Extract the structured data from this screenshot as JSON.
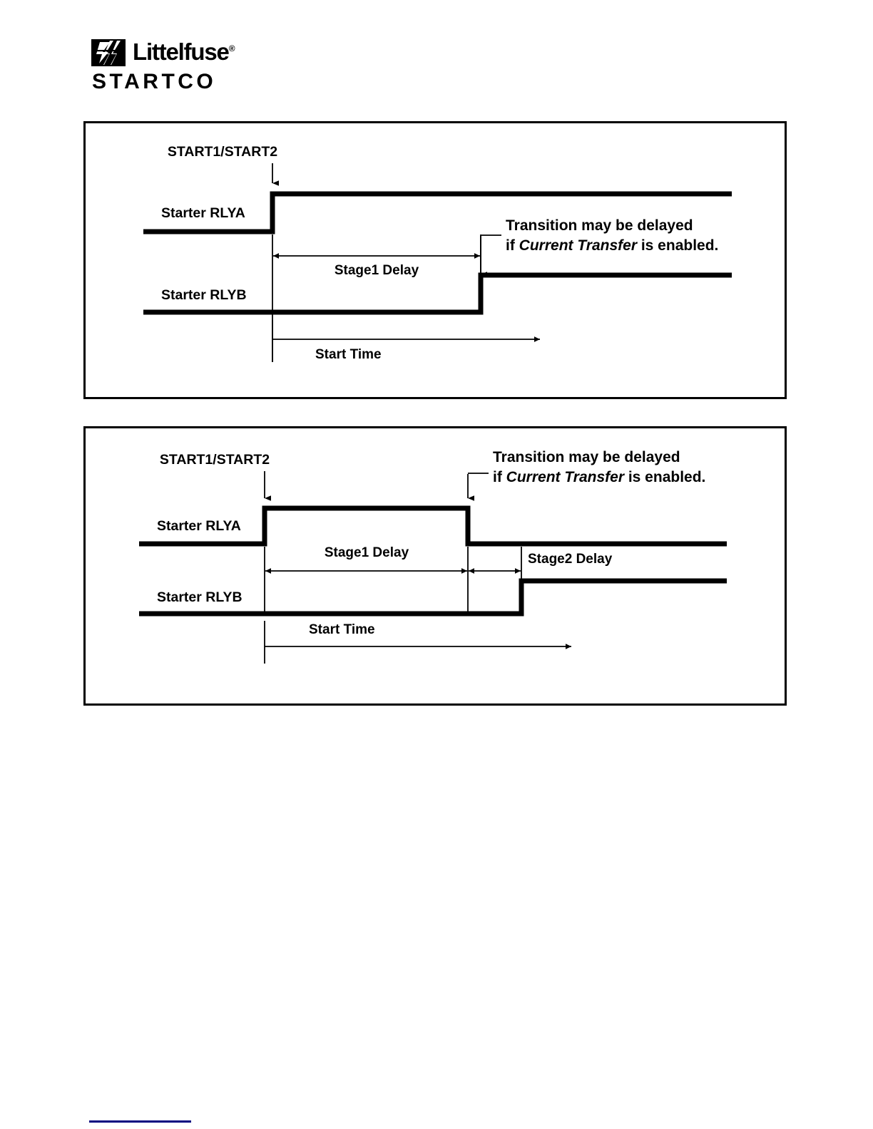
{
  "brand": {
    "wordmark": "Littelfuse",
    "registered": "®",
    "sub_wordmark": "STARTCO",
    "logo_mark_name": "littelfuse-lightning-bolt-mark"
  },
  "figures": [
    {
      "id": "figure-1",
      "caption_trigger": "START1/START2",
      "signals": [
        {
          "name": "Starter RLYA"
        },
        {
          "name": "Starter RLYB"
        }
      ],
      "annotations": {
        "stage1_delay": "Stage1 Delay",
        "start_time": "Start Time",
        "note_line1": "Transition may be delayed",
        "note_line2_pre": "if ",
        "note_line2_em": "Current Transfer",
        "note_line2_post": " is enabled."
      }
    },
    {
      "id": "figure-2",
      "caption_trigger": "START1/START2",
      "signals": [
        {
          "name": "Starter RLYA"
        },
        {
          "name": "Starter RLYB"
        }
      ],
      "annotations": {
        "stage1_delay": "Stage1 Delay",
        "stage2_delay": "Stage2 Delay",
        "start_time": "Start Time",
        "note_line1": "Transition may be delayed",
        "note_line2_pre": "if ",
        "note_line2_em": "Current Transfer",
        "note_line2_post": " is enabled."
      }
    }
  ],
  "colors": {
    "ink": "#000000",
    "paper": "#ffffff",
    "footer_rule": "#000080"
  },
  "chart_data": [
    {
      "type": "line",
      "title": "Two-Stage Start — RLYA latched, RLYB after Stage1 Delay",
      "xlabel": "",
      "ylabel": "",
      "series": [
        {
          "name": "Starter RLYA",
          "x": [
            0,
            100,
            100,
            620
          ],
          "values": [
            0,
            0,
            1,
            1
          ]
        },
        {
          "name": "Starter RLYB",
          "x": [
            0,
            100,
            360,
            360,
            620
          ],
          "values": [
            0,
            0,
            0,
            1,
            1
          ]
        }
      ],
      "annotations": [
        {
          "label": "START1/START2",
          "x": 100,
          "type": "trigger-arrow"
        },
        {
          "label": "Stage1 Delay",
          "from_x": 100,
          "to_x": 360,
          "type": "span-arrow"
        },
        {
          "label": "Start Time",
          "from_x": 100,
          "to_x": 565,
          "type": "open-arrow"
        },
        {
          "label": "Transition may be delayed if Current Transfer is enabled.",
          "x": 360,
          "type": "callout"
        }
      ],
      "grid": false,
      "legend": "none"
    },
    {
      "type": "line",
      "title": "Two-Stage Start — RLYA pulse, RLYB after Stage1 + Stage2 Delay",
      "xlabel": "",
      "ylabel": "",
      "series": [
        {
          "name": "Starter RLYA",
          "x": [
            0,
            100,
            100,
            418,
            418,
            620
          ],
          "values": [
            0,
            0,
            1,
            1,
            0,
            0
          ]
        },
        {
          "name": "Starter RLYB",
          "x": [
            0,
            100,
            500,
            500,
            620
          ],
          "values": [
            0,
            0,
            0,
            1,
            1
          ]
        }
      ],
      "annotations": [
        {
          "label": "START1/START2",
          "x": 100,
          "type": "trigger-arrow"
        },
        {
          "label": "Stage1 Delay",
          "from_x": 100,
          "to_x": 418,
          "type": "span-arrow"
        },
        {
          "label": "Stage2 Delay",
          "from_x": 418,
          "to_x": 500,
          "type": "span-arrow"
        },
        {
          "label": "Start Time",
          "from_x": 100,
          "to_x": 600,
          "type": "open-arrow"
        },
        {
          "label": "Transition may be delayed if Current Transfer is enabled.",
          "x": 418,
          "type": "callout"
        }
      ],
      "grid": false,
      "legend": "none"
    }
  ]
}
